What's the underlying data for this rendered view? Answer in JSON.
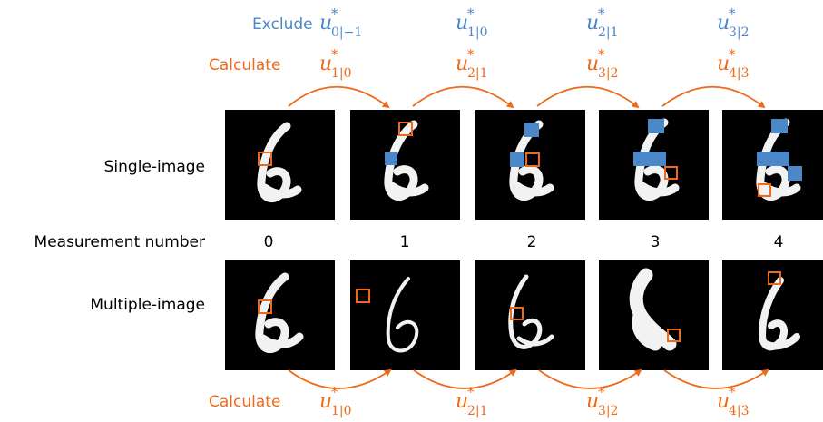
{
  "colors": {
    "exclude": "#4a88c8",
    "calculate": "#ee6a1a",
    "label": "#000000",
    "panel_bg": "#000000",
    "stroke": "#f2f2f2",
    "highlight_box": "#ee6a1a",
    "masked_patch": "#4a88c8"
  },
  "top_rows": {
    "exclude_label": "Exclude",
    "calculate_label": "Calculate",
    "exclude_terms": [
      {
        "base": "u",
        "sup": "*",
        "sub": "0|−1"
      },
      {
        "base": "u",
        "sup": "*",
        "sub": "1|0"
      },
      {
        "base": "u",
        "sup": "*",
        "sub": "2|1"
      },
      {
        "base": "u",
        "sup": "*",
        "sub": "3|2"
      }
    ],
    "calculate_terms": [
      {
        "base": "u",
        "sup": "*",
        "sub": "1|0"
      },
      {
        "base": "u",
        "sup": "*",
        "sub": "2|1"
      },
      {
        "base": "u",
        "sup": "*",
        "sub": "3|2"
      },
      {
        "base": "u",
        "sup": "*",
        "sub": "4|3"
      }
    ]
  },
  "rows": {
    "single_label": "Single-image",
    "measurement_label": "Measurement number",
    "multiple_label": "Multiple-image"
  },
  "measurement_numbers": [
    "0",
    "1",
    "2",
    "3",
    "4"
  ],
  "bottom_row": {
    "calculate_label": "Calculate",
    "calculate_terms": [
      {
        "base": "u",
        "sup": "*",
        "sub": "1|0"
      },
      {
        "base": "u",
        "sup": "*",
        "sub": "2|1"
      },
      {
        "base": "u",
        "sup": "*",
        "sub": "3|2"
      },
      {
        "base": "u",
        "sup": "*",
        "sub": "4|3"
      }
    ]
  },
  "icons": {
    "forward_arrow": "curved-arrow-icon",
    "digit_panel": "mnist-digit-six-image"
  }
}
